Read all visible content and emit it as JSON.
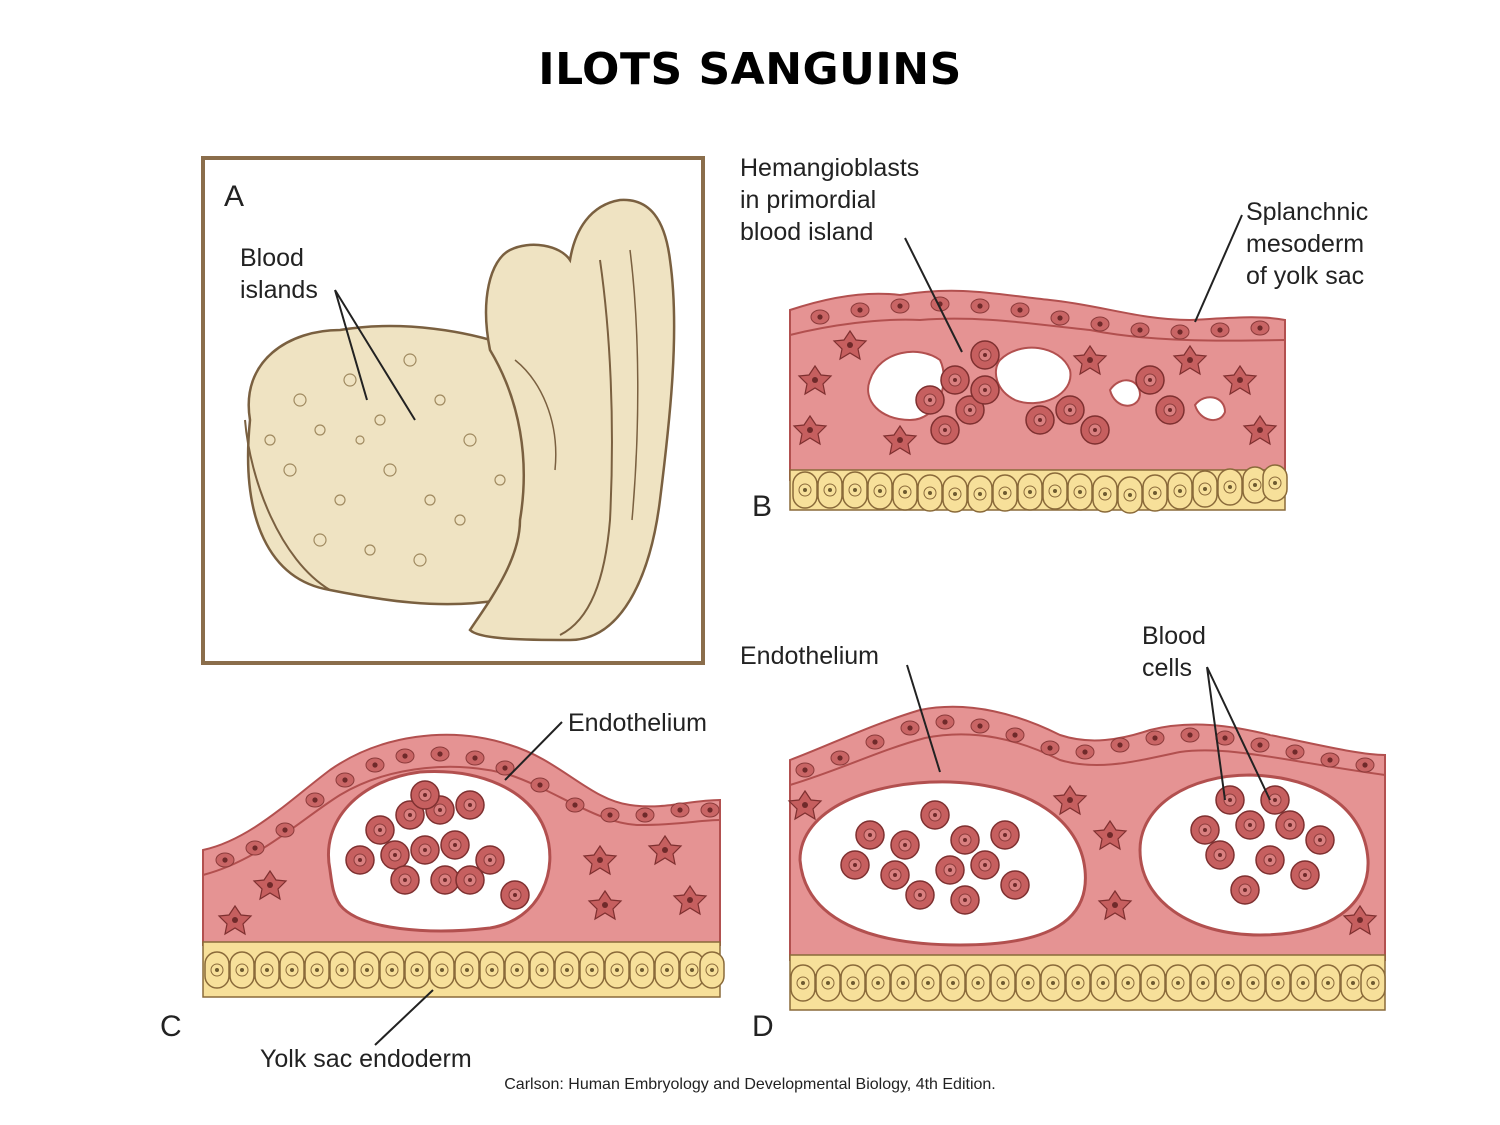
{
  "title": "ILOTS SANGUINS",
  "panels": {
    "a": {
      "letter": "A",
      "label": "Blood\nislands"
    },
    "b": {
      "letter": "B",
      "label_hemangio": "Hemangioblasts\nin primordial\nblood island",
      "label_splanchnic": "Splanchnic\nmesoderm\nof yolk sac"
    },
    "c": {
      "letter": "C",
      "label_endothelium": "Endothelium",
      "label_endoderm": "Yolk sac endoderm"
    },
    "d": {
      "letter": "D",
      "label_endothelium": "Endothelium",
      "label_blood_cells": "Blood\ncells"
    }
  },
  "caption": "Carlson: Human Embryology and Developmental Biology, 4th Edition.",
  "colors": {
    "mesoderm": "#e08f8f",
    "mesoderm_edge": "#b2504f",
    "endoderm": "#f7e09a",
    "embryo": "#efe3c2",
    "frame": "#8a6d4b"
  }
}
